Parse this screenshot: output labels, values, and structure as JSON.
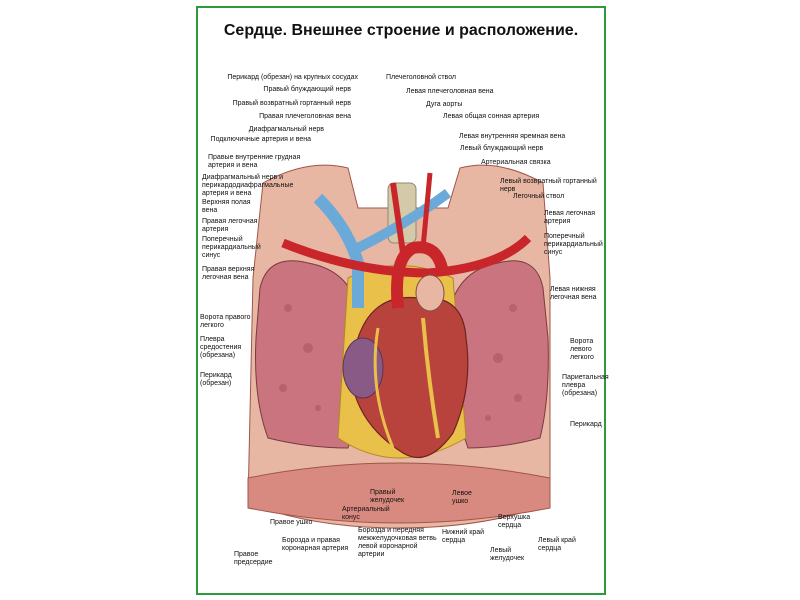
{
  "title": "Сердце. Внешнее строение и  расположение.",
  "labels": {
    "l1": "Перикард (обрезан) на крупных сосудах",
    "l2": "Правый блуждающий нерв",
    "l3": "Правый возвратный гортанный нерв",
    "l4": "Правая плечеголовная вена",
    "l5": "Диафрагмальный нерв",
    "l6": "Подключичные артерия и вена",
    "l7": "Правые внутренние грудная\nартерия и вена",
    "l8": "Диафрагмальный нерв и\nперикардодиафрагмальные\nартерия и вена",
    "l9": "Верхняя полая\nвена",
    "l10": "Правая легочная\nартерия",
    "l11": "Поперечный\nперикардиальный\nсинус",
    "l12": "Правая верхняя\nлегочная вена",
    "l13": "Ворота правого\nлегкого",
    "l14": "Плевра\nсредостения\n(обрезана)",
    "l15": "Перикард\n(обрезан)",
    "r1": "Плечеголовной ствол",
    "r2": "Левая плечеголовная вена",
    "r3": "Дуга аорты",
    "r4": "Левая общая сонная артерия",
    "r5": "Левая внутренняя яремная вена",
    "r6": "Левый блуждающий нерв",
    "r7": "Артериальная связка",
    "r8": "Левый возвратный гортанный\nнерв",
    "r9": "Легочный ствол",
    "r10": "Левая легочная\nартерия",
    "r11": "Поперечный\nперикардиальный\nсинус",
    "r12": "Левая нижняя\nлегочная вена",
    "r13": "Ворота\nлевого\nлегкого",
    "r14": "Париетальная\nплевра\n(обрезана)",
    "r15": "Перикард",
    "b1": "Правый\nжелудочек",
    "b2": "Левое\nушко",
    "b3": "Артериальный\nконус",
    "b4": "Верхушка\nсердца",
    "b5": "Правое ушко",
    "b6": "Борозда  и передняя\nмежжелудочковая ветвь\nлевой коронарной\nартерии",
    "b7": "Нижний край\nсердца",
    "b8": "Левый край\nсердца",
    "b9": "Борозда и правая\nкоронарная артерия",
    "b10": "Левый\nжелудочек",
    "b11": "Правое\nпредсердие"
  },
  "colors": {
    "border": "#2f9a3c",
    "lung": "#c9747e",
    "heart": "#b8433c",
    "vein": "#6aa9d8",
    "artery": "#c8262a",
    "fat": "#e8c04a",
    "pleura": "#e7b7a3"
  }
}
